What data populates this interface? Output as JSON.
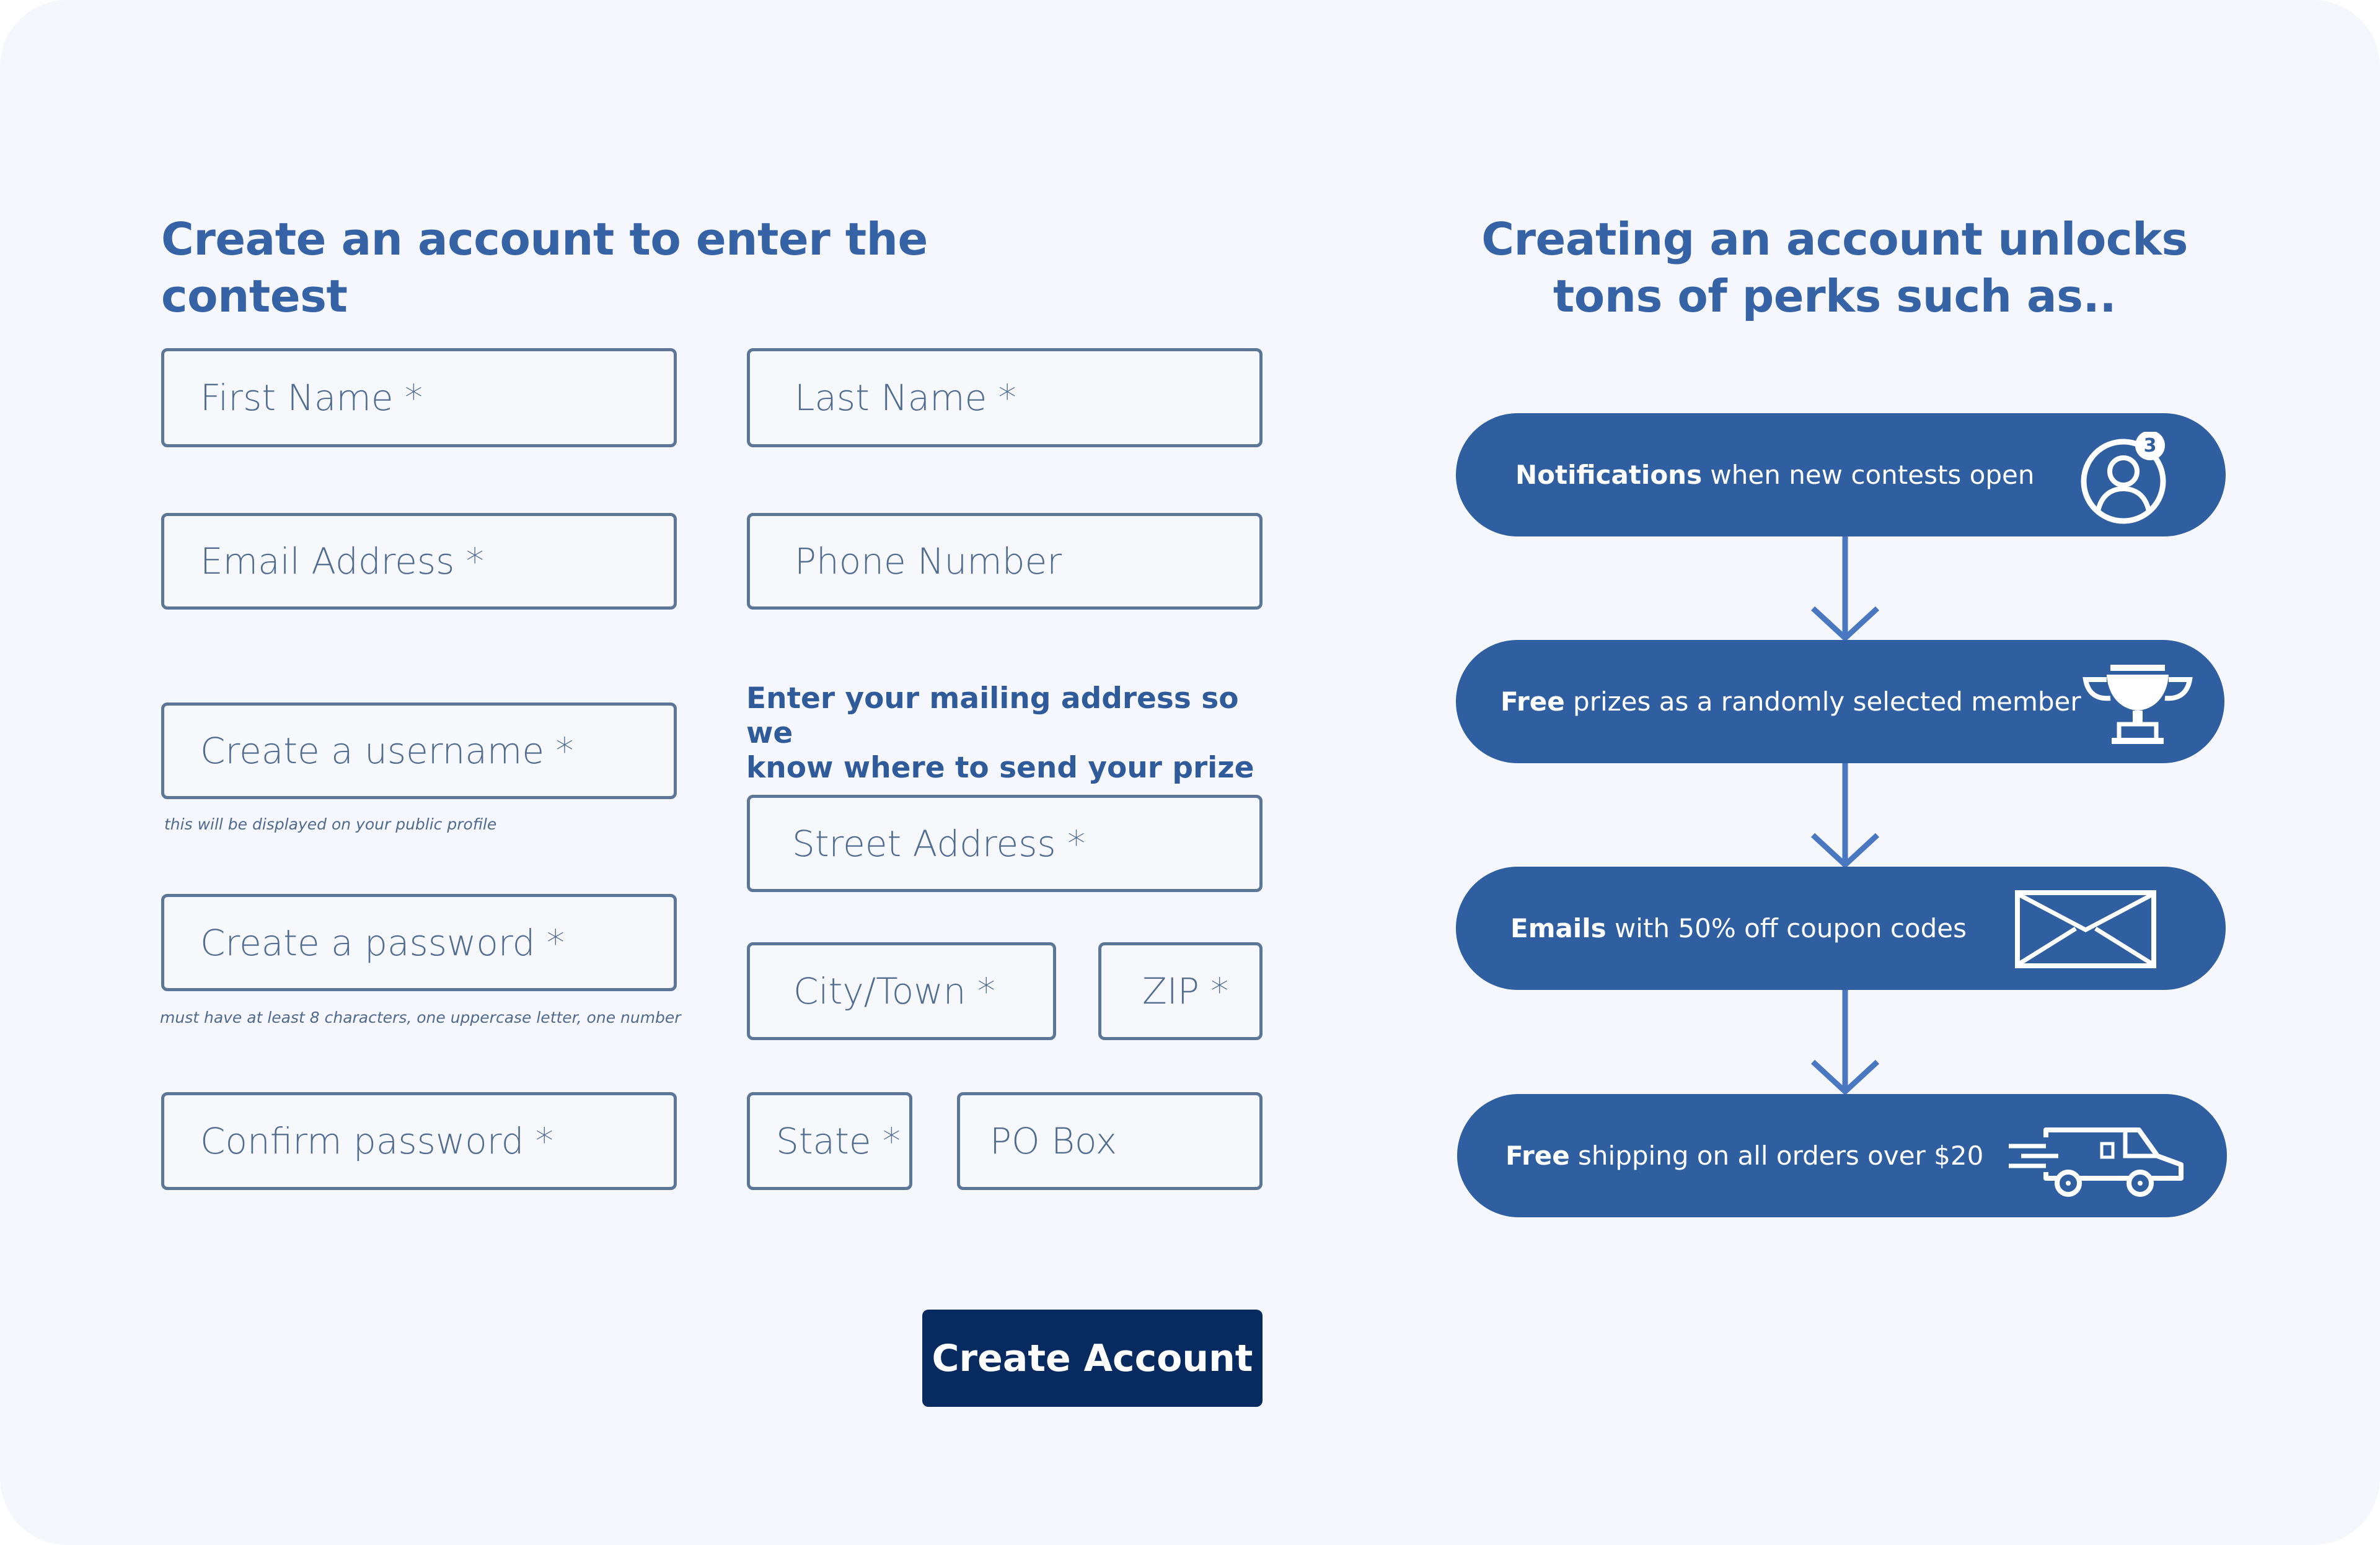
{
  "form": {
    "title": "Create an account to enter the contest",
    "first_name": "First Name *",
    "last_name": "Last Name *",
    "email": "Email Address *",
    "phone": "Phone Number",
    "username": "Create a username *",
    "username_hint": "this will be displayed on your public profile",
    "password": "Create a password *",
    "password_hint": "must have at least 8 characters, one uppercase letter, one number",
    "confirm_password": "Confirm password *",
    "mailing_note_line1": "Enter your mailing address so we",
    "mailing_note_line2": "know where to send your prize",
    "street": "Street Address *",
    "city": "City/Town *",
    "zip": "ZIP *",
    "state": "State *",
    "po_box": "PO Box",
    "submit_label": "Create Account"
  },
  "perks": {
    "title_line1": "Creating an account unlocks",
    "title_line2": "tons of perks such as..",
    "items": [
      {
        "bold": "Notifications",
        "text": " when new contests open",
        "icon": "user-notification-icon",
        "badge": "3"
      },
      {
        "bold": "Free",
        "text": " prizes as a randomly selected member",
        "icon": "trophy-icon"
      },
      {
        "bold": "Emails",
        "text": " with 50% off coupon codes",
        "icon": "envelope-icon"
      },
      {
        "bold": "Free",
        "text": " shipping on all orders over $20",
        "icon": "delivery-truck-icon"
      }
    ]
  },
  "colors": {
    "background": "#f6f7fc",
    "heading": "#3662a6",
    "field_border": "#5b7697",
    "perk_pill": "#2f5fa1",
    "button": "#072a61"
  }
}
